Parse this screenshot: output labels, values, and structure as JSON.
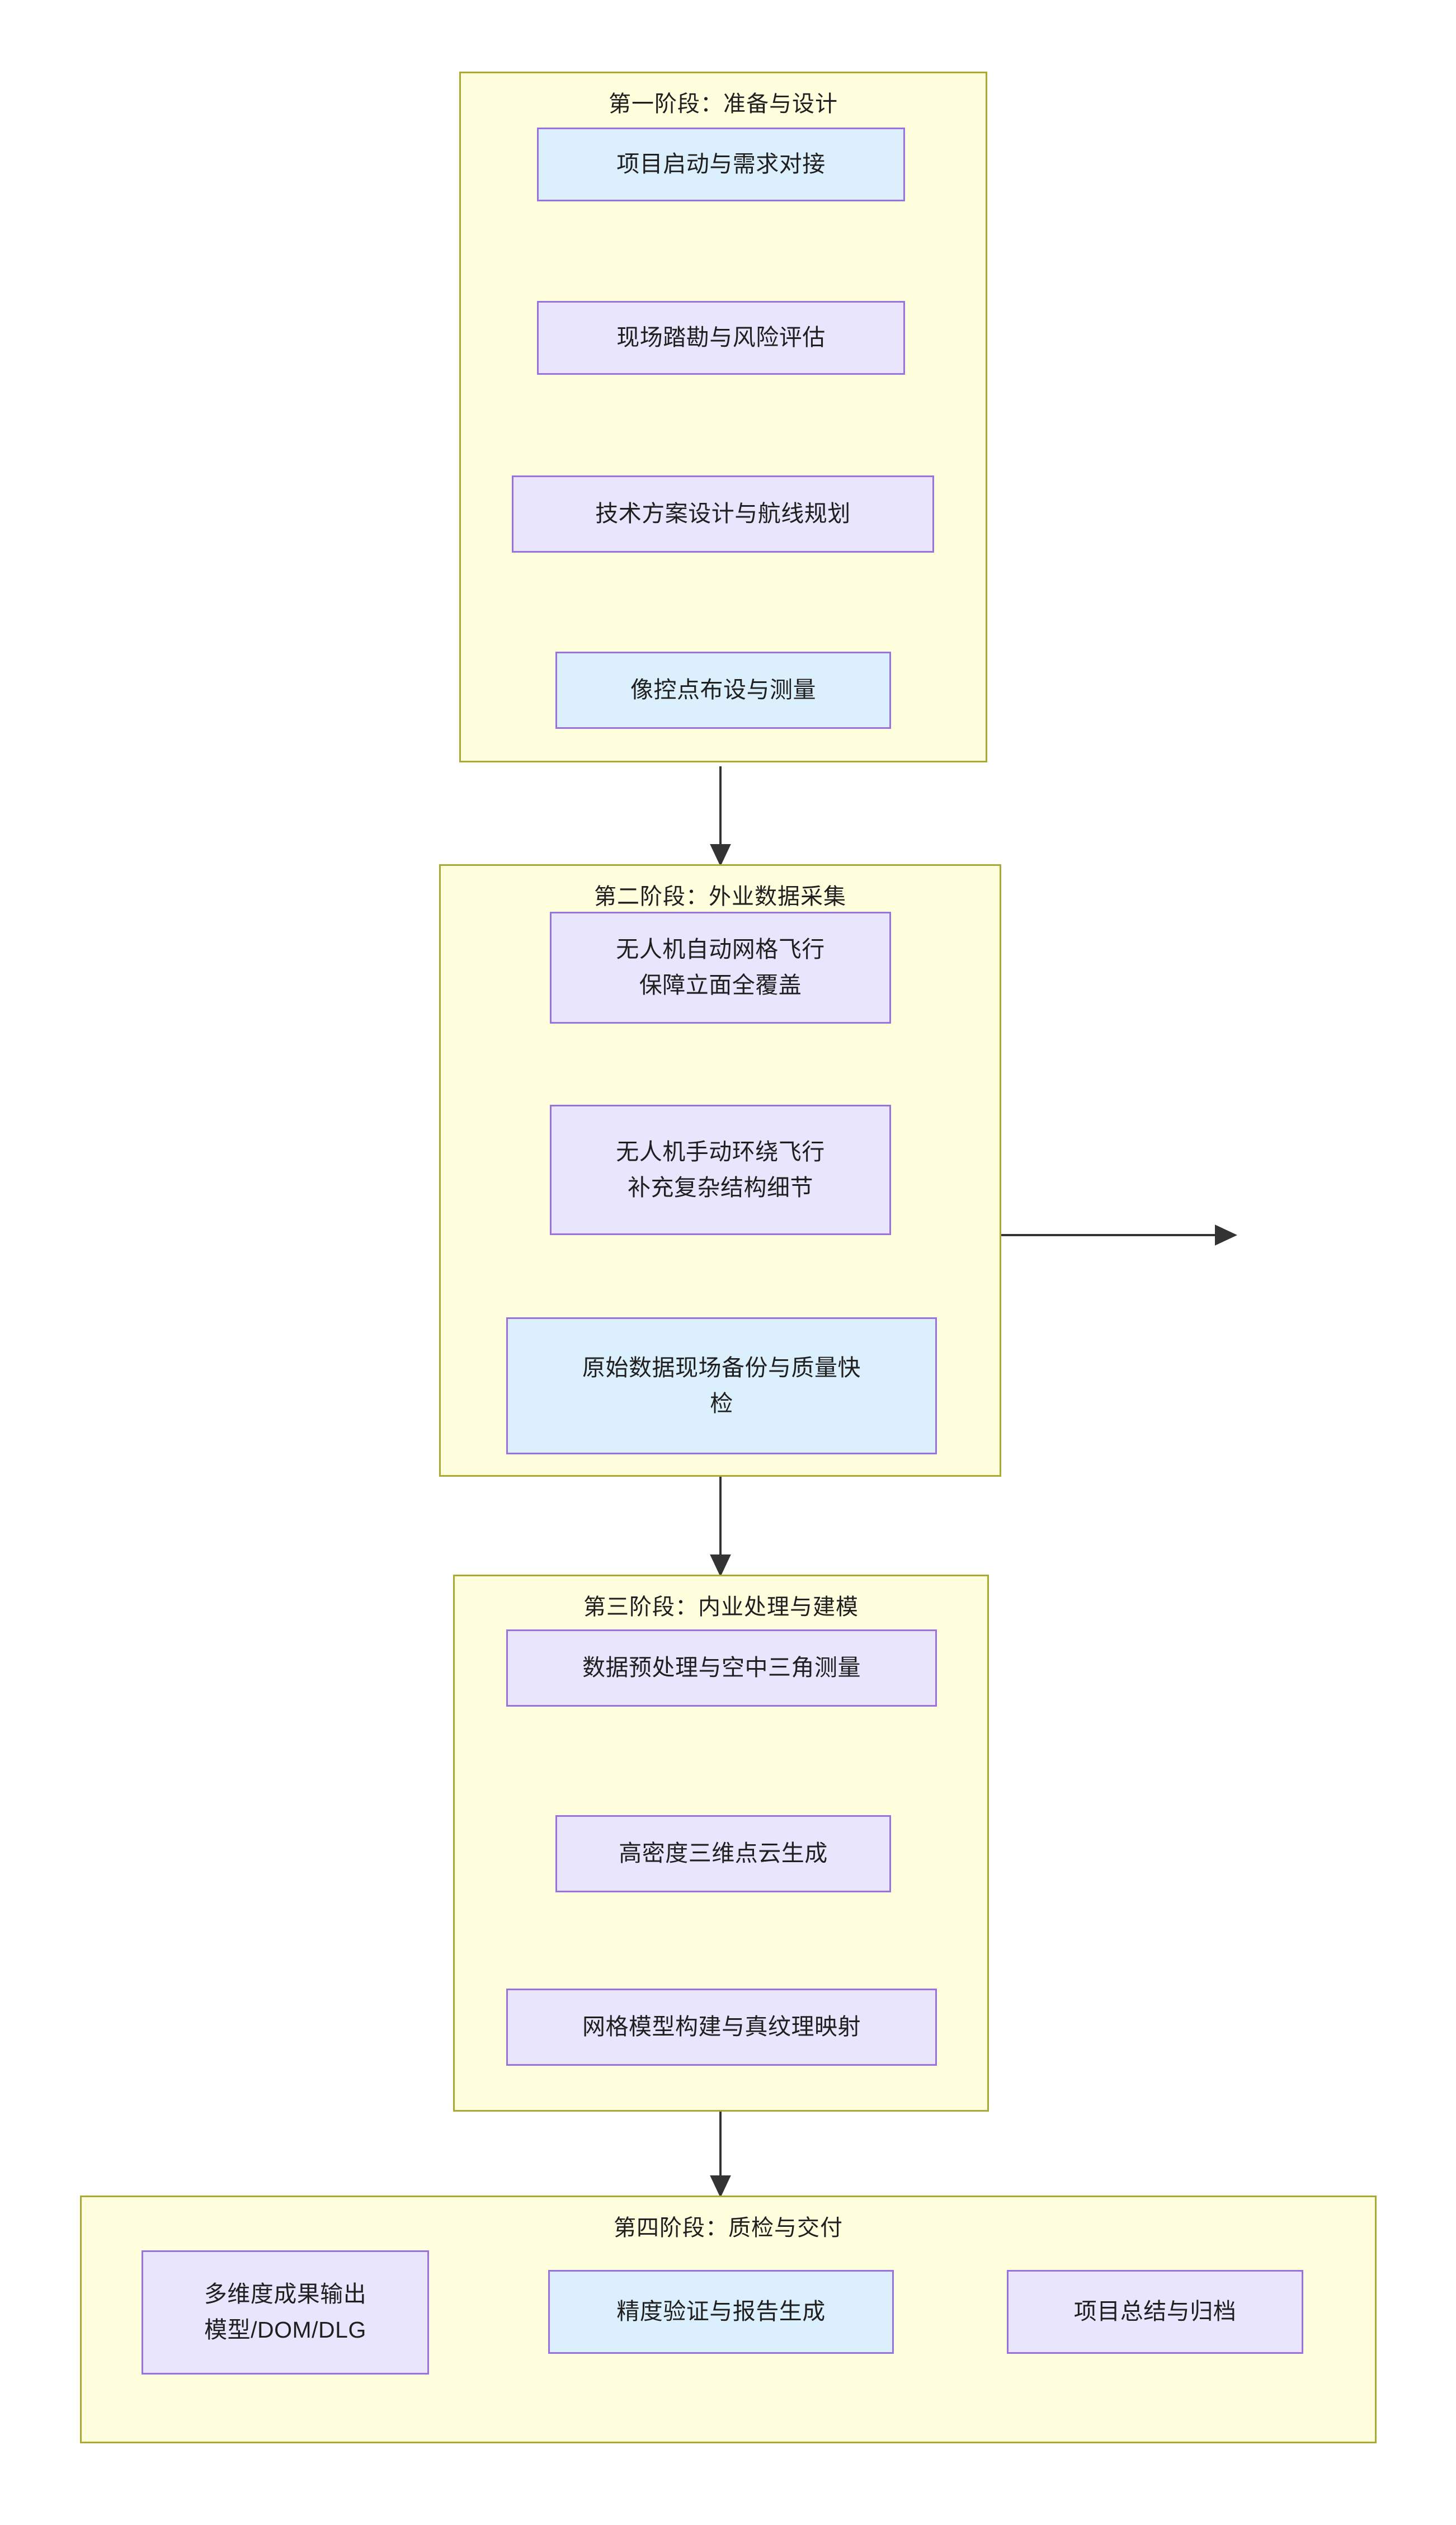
{
  "diagram": {
    "title_visible": false,
    "colors": {
      "subgraph_fill": "#FFFFDE",
      "subgraph_border": "#AAAA33",
      "node_blue_fill": "#DCEFFC",
      "node_lavender_fill": "#E9E5FD",
      "node_border": "#9A72E0",
      "edge": "#333333",
      "text": "#1F1F1F"
    },
    "phases": [
      {
        "id": "phase-1",
        "title": "第一阶段：准备与设计",
        "nodes": [
          {
            "id": "p1n1",
            "label": "项目启动与需求对接",
            "style": "blue"
          },
          {
            "id": "p1n2",
            "label": "现场踏勘与风险评估",
            "style": "lavender"
          },
          {
            "id": "p1n3",
            "label": "技术方案设计与航线规划",
            "style": "lavender"
          },
          {
            "id": "p1n4",
            "label": "像控点布设与测量",
            "style": "blue"
          }
        ]
      },
      {
        "id": "phase-2",
        "title": "第二阶段：外业数据采集",
        "nodes": [
          {
            "id": "p2n1",
            "label_line1": "无人机自动网格飞行",
            "label_line2": "保障立面全覆盖",
            "style": "lavender"
          },
          {
            "id": "p2n2",
            "label_line1": "无人机手动环绕飞行",
            "label_line2": "补充复杂结构细节",
            "style": "lavender"
          },
          {
            "id": "p2n3",
            "label_line1": "原始数据现场备份与质量快",
            "label_line2": "检",
            "style": "blue"
          }
        ]
      },
      {
        "id": "phase-3",
        "title": "第三阶段：内业处理与建模",
        "nodes": [
          {
            "id": "p3n1",
            "label": "数据预处理与空中三角测量",
            "style": "lavender"
          },
          {
            "id": "p3n2",
            "label": "高密度三维点云生成",
            "style": "lavender"
          },
          {
            "id": "p3n3",
            "label": "网格模型构建与真纹理映射",
            "style": "lavender"
          }
        ]
      },
      {
        "id": "phase-4",
        "title": "第四阶段：质检与交付",
        "nodes": [
          {
            "id": "p4n1",
            "label_line1": "多维度成果输出",
            "label_line2": "模型/DOM/DLG",
            "style": "lavender"
          },
          {
            "id": "p4n2",
            "label": "精度验证与报告生成",
            "style": "blue"
          },
          {
            "id": "p4n3",
            "label": "项目总结与归档",
            "style": "lavender"
          }
        ]
      }
    ],
    "edges": [
      {
        "from": "p1n1",
        "to": "p1n2"
      },
      {
        "from": "p1n2",
        "to": "p1n3"
      },
      {
        "from": "p1n3",
        "to": "p1n4"
      },
      {
        "from": "p1n4",
        "to": "p2n1"
      },
      {
        "from": "p2n1",
        "to": "p2n2"
      },
      {
        "from": "p2n2",
        "to": "p2n3"
      },
      {
        "from": "p2n3",
        "to": "p3n1"
      },
      {
        "from": "p3n1",
        "to": "p3n2"
      },
      {
        "from": "p3n2",
        "to": "p3n3"
      },
      {
        "from": "p3n3",
        "to": "p4n2"
      },
      {
        "from": "p4n1",
        "to": "p4n2"
      },
      {
        "from": "p4n2",
        "to": "p4n3"
      }
    ]
  }
}
